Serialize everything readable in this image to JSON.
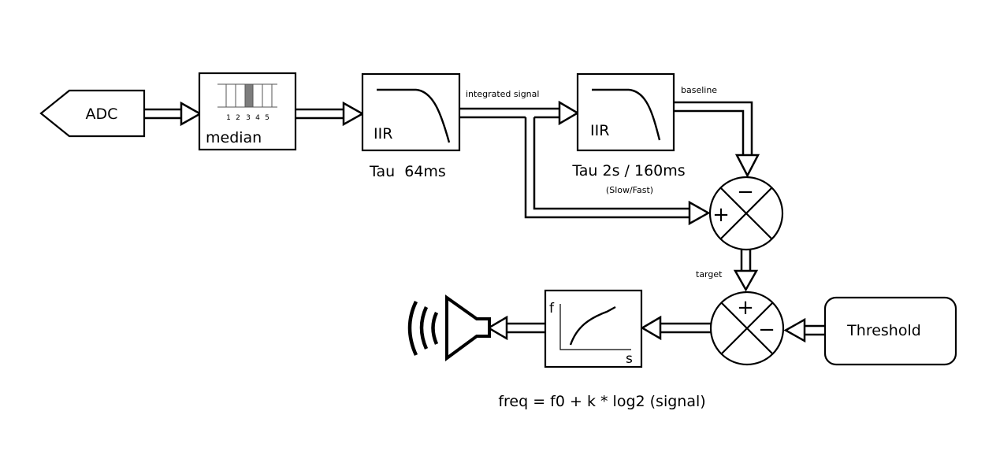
{
  "blocks": {
    "adc": "ADC",
    "median": {
      "label": "median",
      "taps": [
        "1",
        "2",
        "3",
        "4",
        "5"
      ]
    },
    "iir1": {
      "label": "IIR",
      "tau": "Tau  64ms"
    },
    "iir2": {
      "label": "IIR",
      "tau": "Tau 2s / 160ms",
      "mode": "(Slow/Fast)"
    },
    "mapper": {
      "y_axis": "f",
      "x_axis": "s",
      "formula": "freq = f0 + k * log2 (signal)"
    },
    "threshold": "Threshold"
  },
  "signals": {
    "integrated": "integrated signal",
    "baseline": "baseline",
    "target": "target"
  },
  "junctions": {
    "upper": {
      "plus": "+",
      "minus": "−"
    },
    "lower": {
      "plus": "+",
      "minus": "−"
    }
  },
  "icons": [
    "adc-input-pentagon",
    "median-filter-window",
    "lowpass-curve",
    "summing-junction",
    "log-curve",
    "speaker-icon"
  ]
}
